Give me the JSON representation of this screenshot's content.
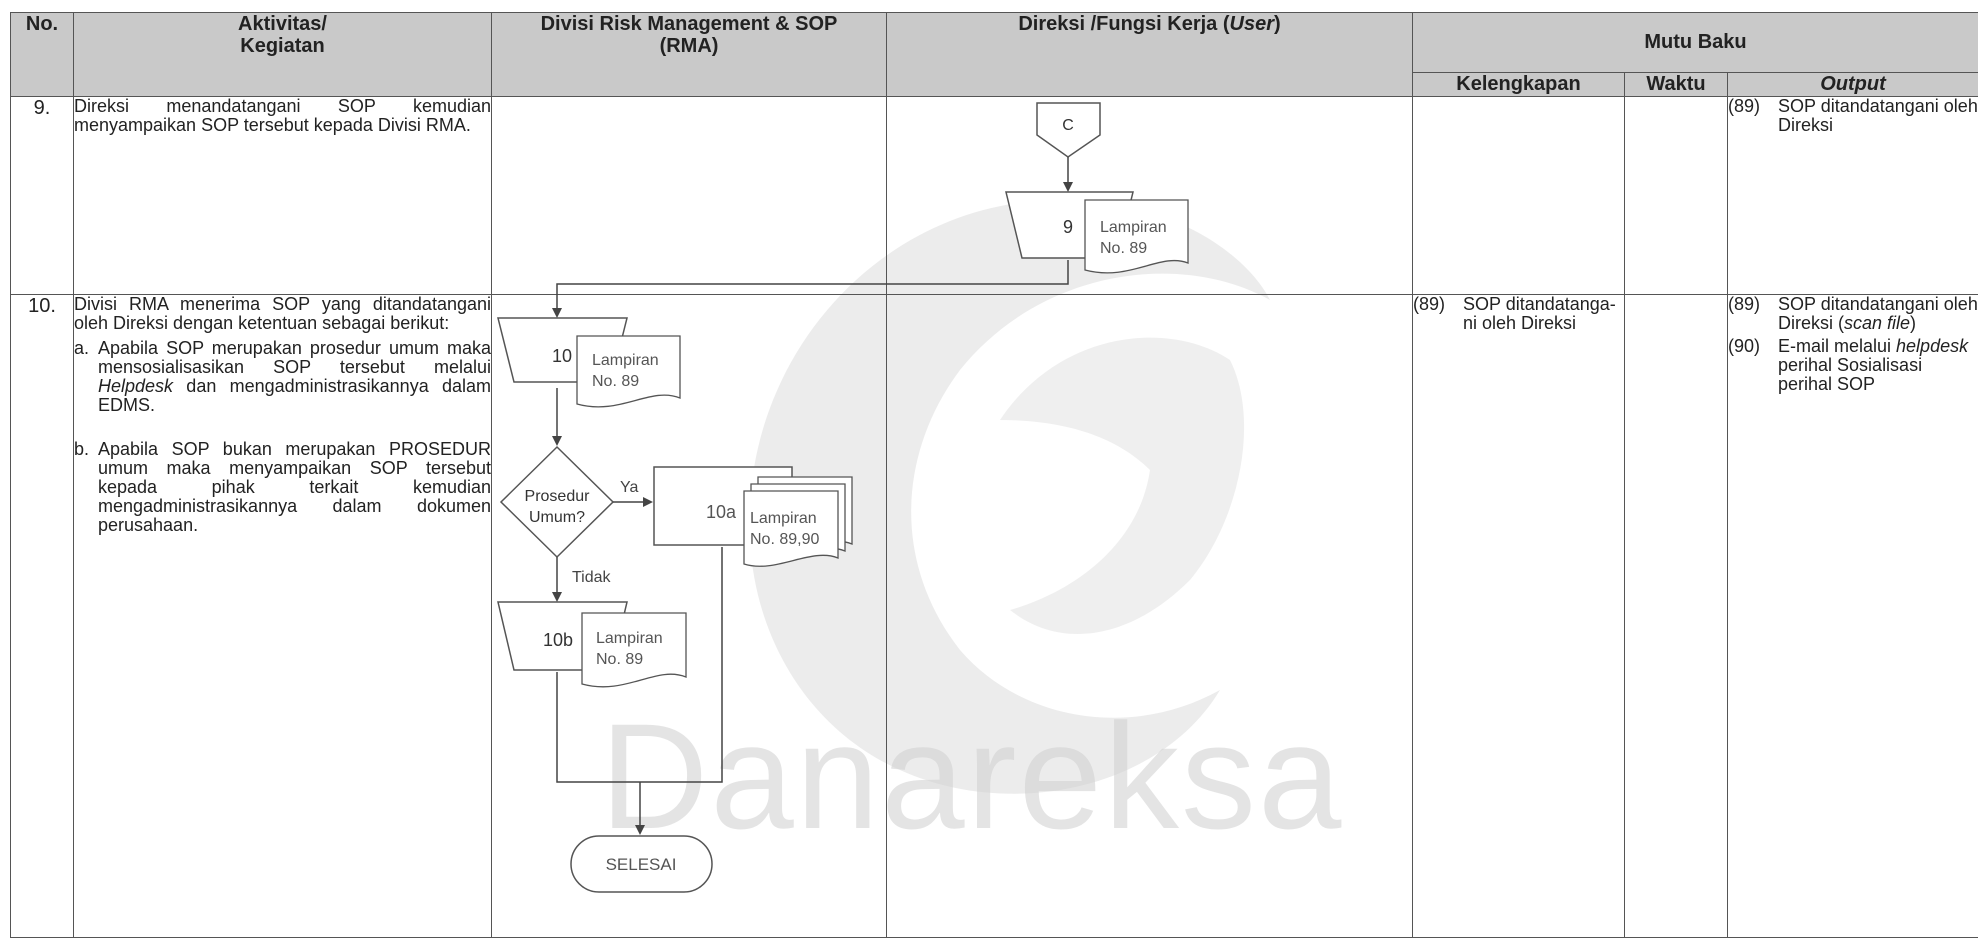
{
  "header": {
    "no": "No.",
    "activity_line1": "Aktivitas/",
    "activity_line2": "Kegiatan",
    "rma_line1": "Divisi Risk Management & SOP",
    "rma_line2": "(RMA)",
    "direksi_prefix": "Direksi /Fungsi Kerja (",
    "direksi_user": "User",
    "direksi_suffix": ")",
    "mutu_baku": "Mutu Baku",
    "kelengkapan": "Kelengkapan",
    "waktu": "Waktu",
    "output": "Output"
  },
  "rows": [
    {
      "no": "9.",
      "activity": "Direksi menandatangani SOP kemudian menyampaikan SOP tersebut kepada Divisi RMA.",
      "kelengkapan": [],
      "waktu": "",
      "output": [
        {
          "num": "(89)",
          "text": "SOP ditandatangani oleh Direksi"
        }
      ]
    },
    {
      "no": "10.",
      "activity_intro": "Divisi RMA menerima SOP yang ditandatangani oleh Direksi dengan ketentuan sebagai berikut:",
      "sub_a_label": "a.",
      "sub_a_1": "Apabila SOP merupakan prosedur umum maka mensosialisasikan SOP tersebut melalui ",
      "sub_a_italic": "Helpdesk",
      "sub_a_2": " dan mengadministrasikannya dalam EDMS.",
      "sub_b_label": "b.",
      "sub_b": "Apabila SOP bukan merupakan PROSEDUR umum maka menyampaikan SOP tersebut kepada pihak terkait kemudian mengadministrasikannya dalam dokumen perusahaan.",
      "kelengkapan": [
        {
          "num": "(89)",
          "text": "SOP ditandatanga-ni oleh Direksi"
        }
      ],
      "waktu": "",
      "output_89_num": "(89)",
      "output_89_text": "SOP ditandatangani oleh Direksi (",
      "output_89_italic": "scan file",
      "output_89_end": ")",
      "output_90_num": "(90)",
      "output_90_1": "E-mail melalui ",
      "output_90_italic": "helpdesk",
      "output_90_2": " perihal Sosialisasi perihal SOP"
    }
  ],
  "flow": {
    "connector_c": "C",
    "step9": "9",
    "step9_doc_line1": "Lampiran",
    "step9_doc_line2": "No. 89",
    "step10": "10",
    "step10_doc_line1": "Lampiran",
    "step10_doc_line2": "No. 89",
    "decision_line1": "Prosedur",
    "decision_line2": "Umum?",
    "yes": "Ya",
    "no": "Tidak",
    "step10a": "10a",
    "step10a_doc_line1": "Lampiran",
    "step10a_doc_line2": "No. 89,90",
    "step10b": "10b",
    "step10b_doc_line1": "Lampiran",
    "step10b_doc_line2": "No. 89",
    "end": "SELESAI"
  },
  "watermark": {
    "text": "Danareksa",
    "color": "#cfcfcf"
  }
}
